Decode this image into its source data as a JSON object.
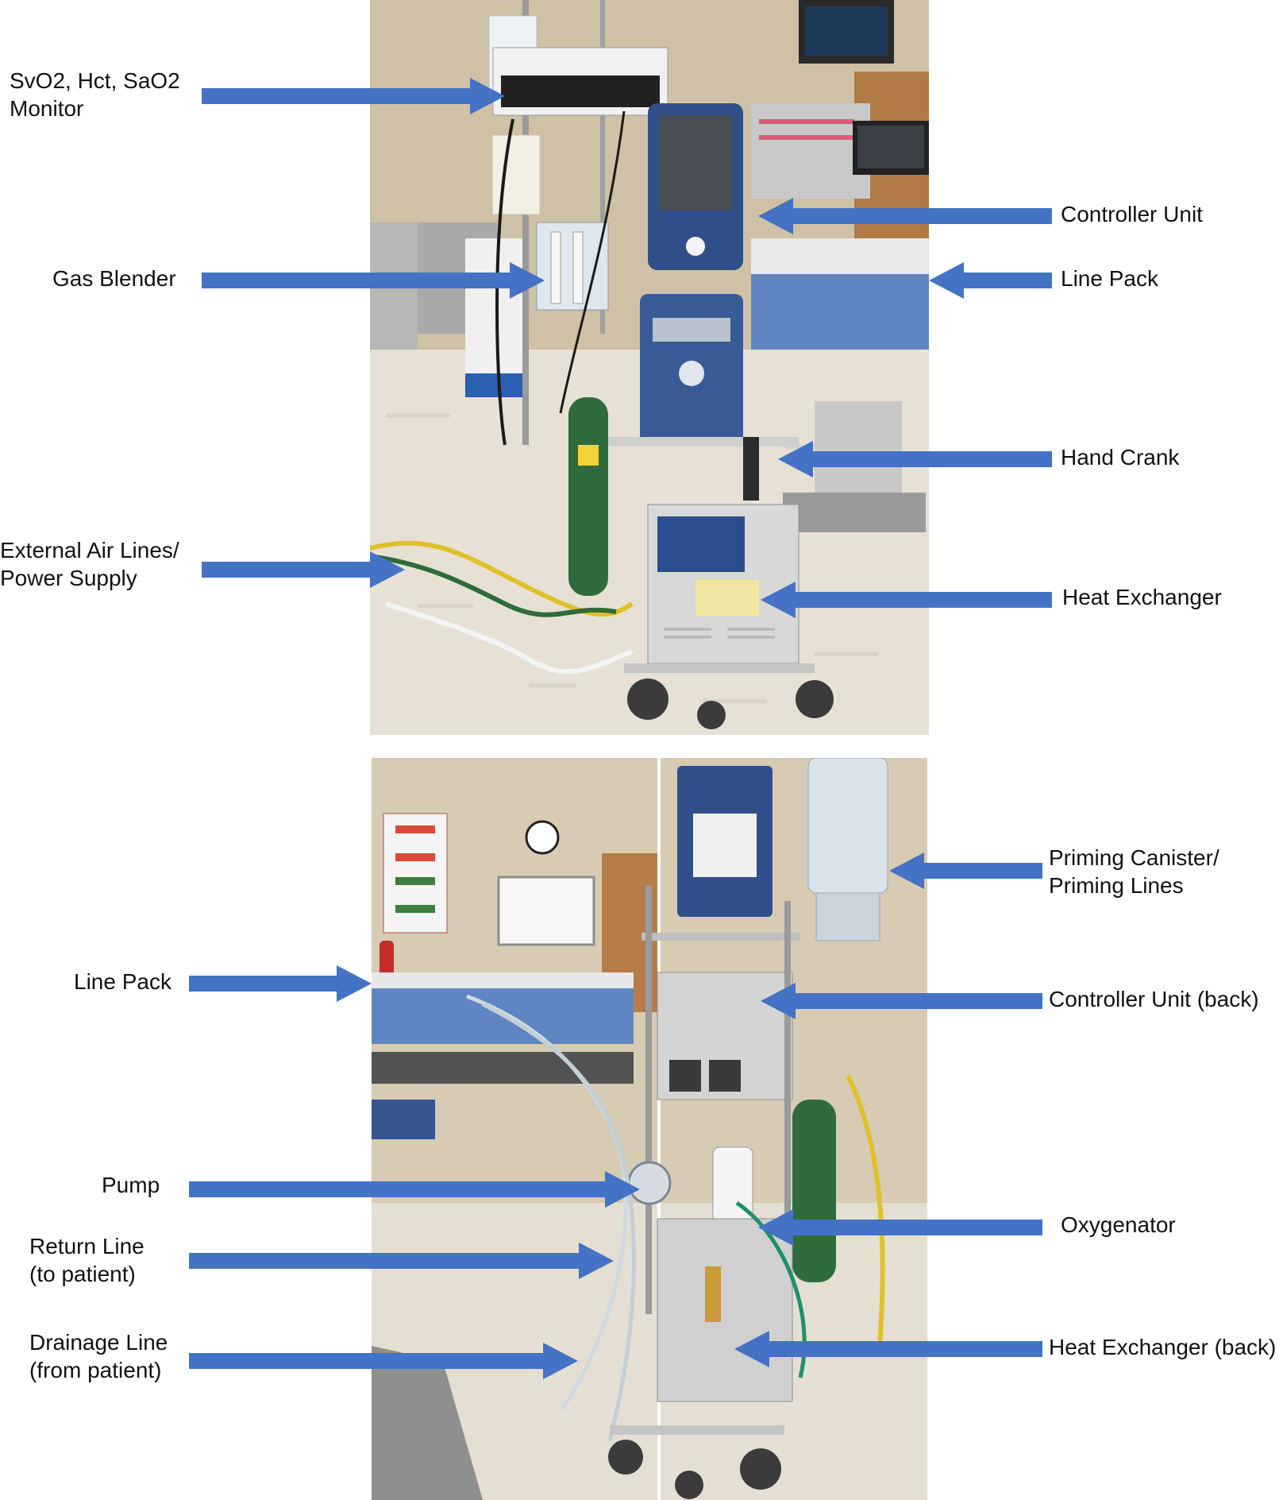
{
  "colors": {
    "arrow": "#4472C4",
    "text": "#111111",
    "background": "#ffffff"
  },
  "photos": {
    "top": {
      "description_icon": "ecmo-cart-front-photo"
    },
    "bottom": {
      "description_icon": "ecmo-cart-back-photo"
    }
  },
  "labels": {
    "svo2_monitor": [
      "SvO2, Hct, SaO2",
      "Monitor"
    ],
    "gas_blender": [
      "Gas Blender"
    ],
    "external_air_lines": [
      "External Air Lines/",
      "Power Supply"
    ],
    "controller_unit": [
      "Controller Unit"
    ],
    "line_pack_top": [
      "Line Pack"
    ],
    "hand_crank": [
      "Hand Crank"
    ],
    "heat_exchanger": [
      "Heat Exchanger"
    ],
    "line_pack_bottom": [
      "Line Pack"
    ],
    "pump": [
      "Pump"
    ],
    "return_line": [
      "Return Line",
      "(to patient)"
    ],
    "drainage_line": [
      "Drainage Line",
      "(from patient)"
    ],
    "priming_canister": [
      "Priming Canister/",
      "Priming Lines"
    ],
    "controller_unit_back": [
      "Controller Unit (back)"
    ],
    "oxygenator": [
      "Oxygenator"
    ],
    "heat_exchanger_back": [
      "Heat Exchanger (back)"
    ]
  }
}
